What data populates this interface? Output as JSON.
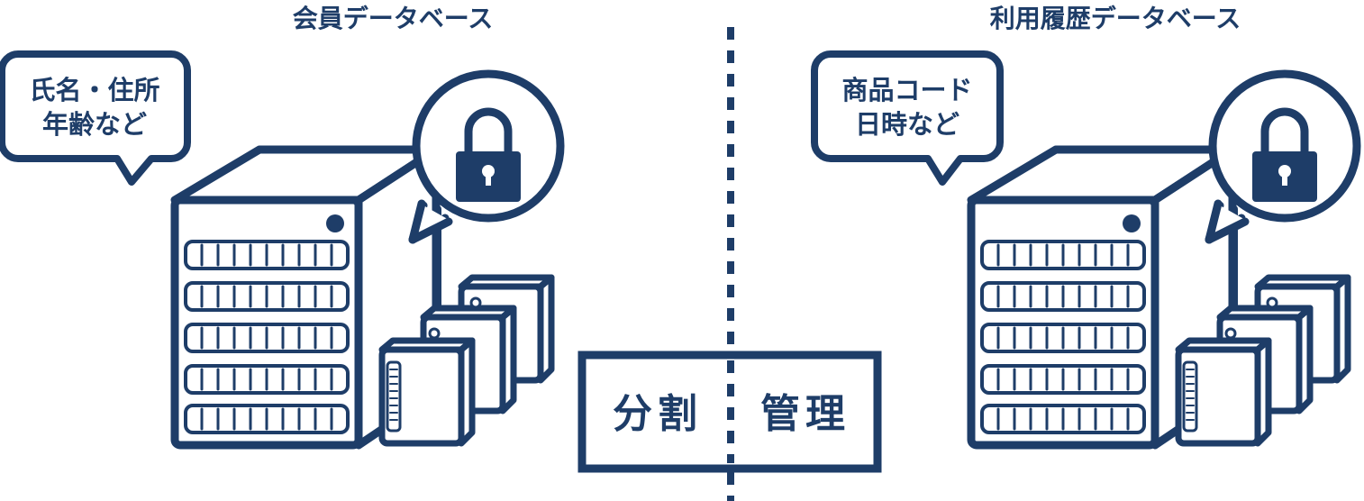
{
  "colors": {
    "primary": "#1e3d68",
    "background": "#ffffff"
  },
  "left": {
    "title": "会員データベース",
    "bubble": {
      "line1": "氏名・住所",
      "line2": "年齢など"
    },
    "lock_icon": "lock-icon",
    "server_icon": "server-tower-icon"
  },
  "right": {
    "title": "利用履歴データベース",
    "bubble": {
      "line1": "商品コード",
      "line2": "日時など"
    },
    "lock_icon": "lock-icon",
    "server_icon": "server-tower-icon"
  },
  "center": {
    "label_left": "分割",
    "label_right": "管理"
  }
}
